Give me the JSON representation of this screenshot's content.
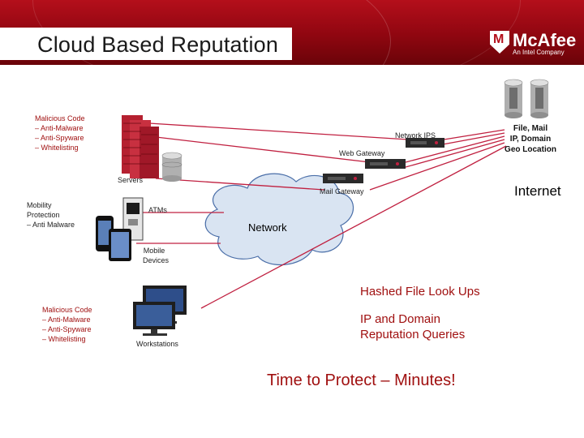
{
  "header": {
    "title": "Cloud Based Reputation"
  },
  "logo": {
    "brand": "McAfee",
    "tagline": "An Intel Company"
  },
  "colors": {
    "accent": "#b40f1b",
    "line": "#c02040",
    "network_fill": "#d9e4f2"
  },
  "left_top_block": {
    "lines": [
      "Malicious Code",
      "– Anti-Malware",
      "– Anti-Spyware",
      "– Whitelisting"
    ]
  },
  "servers_label": "Servers",
  "mobility_block": {
    "lines": [
      "Mobility",
      "Protection",
      "– Anti Malware"
    ]
  },
  "atms_label": "ATMs",
  "mobile_label": {
    "lines": [
      "Mobile",
      "Devices"
    ]
  },
  "network_label": "Network",
  "network_ips_label": "Network IPS",
  "web_gateway_label": "Web Gateway",
  "mail_gateway_label": "Mail Gateway",
  "cloud_db_label": {
    "lines": [
      "File, Mail",
      "IP, Domain",
      "Geo Location"
    ]
  },
  "internet_label": "Internet",
  "left_bottom_block": {
    "lines": [
      "Malicious Code",
      "– Anti-Malware",
      "– Anti-Spyware",
      "– Whitelisting"
    ]
  },
  "workstations_label": "Workstations",
  "hashed_label": "Hashed File Look Ups",
  "ip_domain_label": {
    "lines": [
      "IP and Domain",
      "Reputation Queries"
    ]
  },
  "time_label": "Time to Protect – Minutes!",
  "icons": [
    "server-rack-icon",
    "database-icon",
    "network-appliance-icon",
    "atm-icon",
    "mobile-phone-icon",
    "tablet-icon",
    "monitor-icon",
    "network-cloud-icon"
  ]
}
